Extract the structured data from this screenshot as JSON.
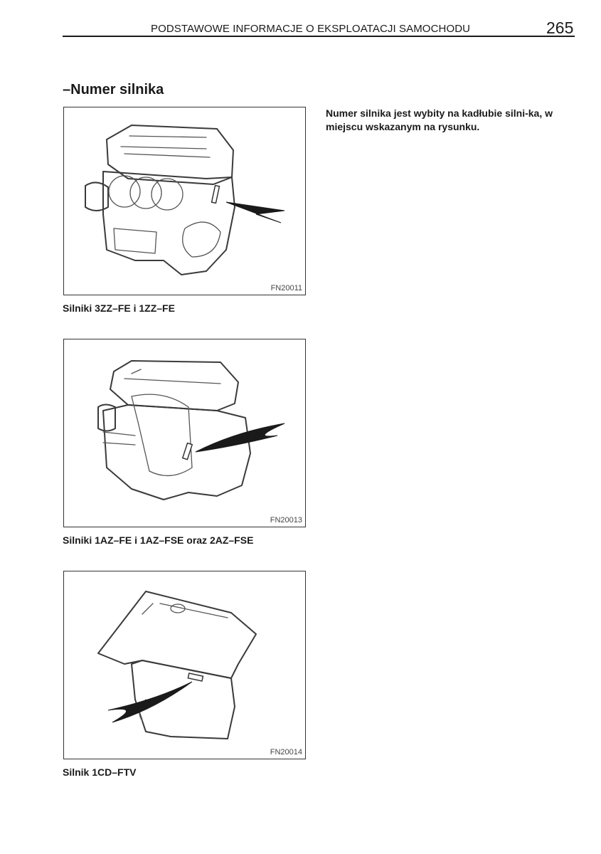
{
  "header": {
    "title": "PODSTAWOWE INFORMACJE O EKSPLOATACJI SAMOCHODU",
    "page_number": "265"
  },
  "section": {
    "title": "–Numer silnika",
    "text": "Numer silnika jest wybity na kadłubie silni-ka, w miejscu wskazanym na rysunku."
  },
  "figures": [
    {
      "code": "FN20011",
      "caption": "Silniki 3ZZ–FE i 1ZZ–FE"
    },
    {
      "code": "FN20013",
      "caption": "Silniki 1AZ–FE i 1AZ–FSE oraz 2AZ–FSE"
    },
    {
      "code": "FN20014",
      "caption": "Silnik 1CD–FTV"
    }
  ]
}
